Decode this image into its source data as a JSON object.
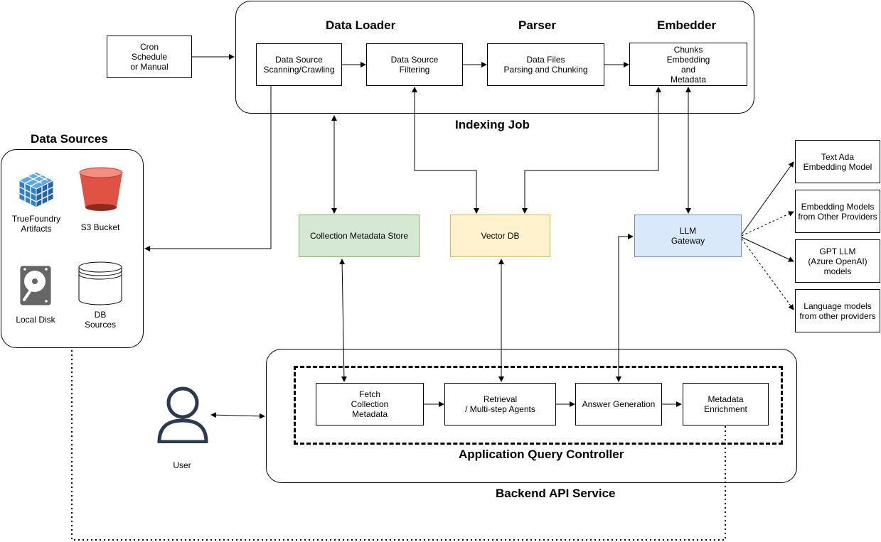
{
  "titles": {
    "data_loader": "Data Loader",
    "parser": "Parser",
    "embedder": "Embedder",
    "indexing_job": "Indexing Job",
    "data_sources": "Data Sources",
    "app_query_controller": "Application Query Controller",
    "backend_api_service": "Backend API Service"
  },
  "boxes": {
    "cron": "Cron\nSchedule\nor Manual",
    "scanning": "Data Source\nScanning/Crawling",
    "filtering": "Data Source\nFiltering",
    "parsing": "Data Files\nParsing and Chunking",
    "chunks": "Chunks\nEmbedding\nand\nMetadata",
    "collection_store": "Collection Metadata Store",
    "vector_db": "Vector DB",
    "llm_gateway": "LLM\nGateway",
    "text_ada": "Text Ada\nEmbedding Model",
    "embedding_other": "Embedding Models\nfrom Other Providers",
    "gpt_llm": "GPT LLM\n(Azure OpenAI)\nmodels",
    "language_other": "Language models\nfrom other providers",
    "fetch": "Fetch\nCollection\nMetadata",
    "retrieval": "Retrieval\n/ Multi-step Agents",
    "answer": "Answer Generation",
    "metadata_enrichment": "Metadata\nEnrichment"
  },
  "sources": {
    "truefoundry": "TrueFoundry\nArtifacts",
    "s3": "S3 Bucket",
    "local_disk": "Local Disk",
    "db": "DB\nSources"
  },
  "user_label": "User",
  "colors": {
    "collection_store_fill": "#d5e8d4",
    "vector_db_fill": "#fff2cc",
    "llm_gateway_fill": "#dae8fc",
    "s3_red": "#e05243",
    "artifacts_blue": "#3d8fd6"
  },
  "icons": [
    "cube-grid-icon",
    "bucket-icon",
    "hard-disk-icon",
    "database-icon",
    "user-icon"
  ]
}
